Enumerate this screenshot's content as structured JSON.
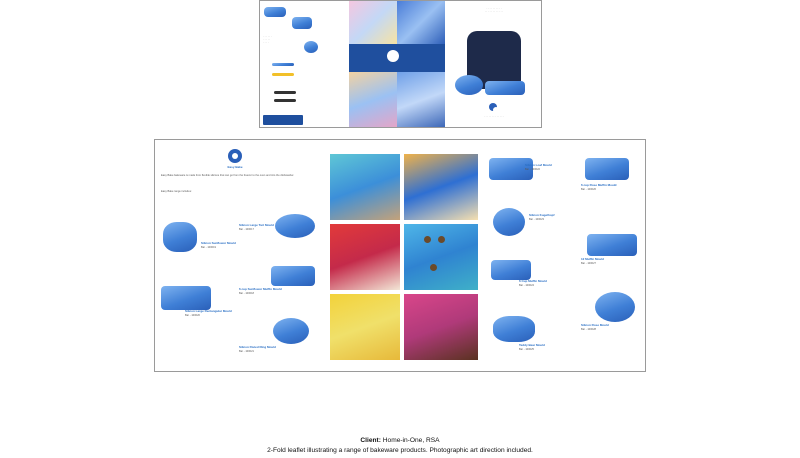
{
  "caption": {
    "client_label": "Client:",
    "client_name": " Home-in-One, RSA",
    "description": "2-Fold leaflet illustrating a range of bakeware products. Photographic art direction included."
  },
  "leaflet": {
    "brand": "Easy Bake",
    "range_heading": "Easy Bake range includes:",
    "intro": "Easy Bake bakeware is made from flexible silicone that can go from the freezer to the oven and into the dishwasher.",
    "products_left": [
      {
        "name": "Silicon Sunflower Mould",
        "code": "Bar - 100019"
      },
      {
        "name": "Silicon Large Rectangular Mould",
        "code": "Bar - 100020"
      }
    ],
    "products_mid": [
      {
        "name": "Silicon Large Tart Mould",
        "code": "Bar - 100017"
      },
      {
        "name": "6 cup Sunflower Muffin Mould",
        "code": "Bar - 100018"
      },
      {
        "name": "Silicon Fluted Ring Mould",
        "code": "Bar - 100021"
      }
    ],
    "products_right_a": [
      {
        "name": "Silicon Loaf Mould",
        "code": "Bar - 100022"
      },
      {
        "name": "Silicon Kugelhopf",
        "code": "Bar - 100023"
      },
      {
        "name": "6 Cup Muffin Mould",
        "code": "Bar - 100024"
      },
      {
        "name": "Teddy Bear Mould",
        "code": "Bar - 100025"
      }
    ],
    "products_right_b": [
      {
        "name": "6 cup Rose Muffin Mould",
        "code": "Bar - 100026"
      },
      {
        "name": "12 Muffin Mould",
        "code": "Bar - 100027"
      },
      {
        "name": "Silicon Rose Mould",
        "code": "Bar - 100028"
      }
    ]
  },
  "colors": {
    "silicone_blue": "#3f7fd6",
    "navy": "#1f3a7a",
    "cover_blue": "#1f4f9e"
  }
}
